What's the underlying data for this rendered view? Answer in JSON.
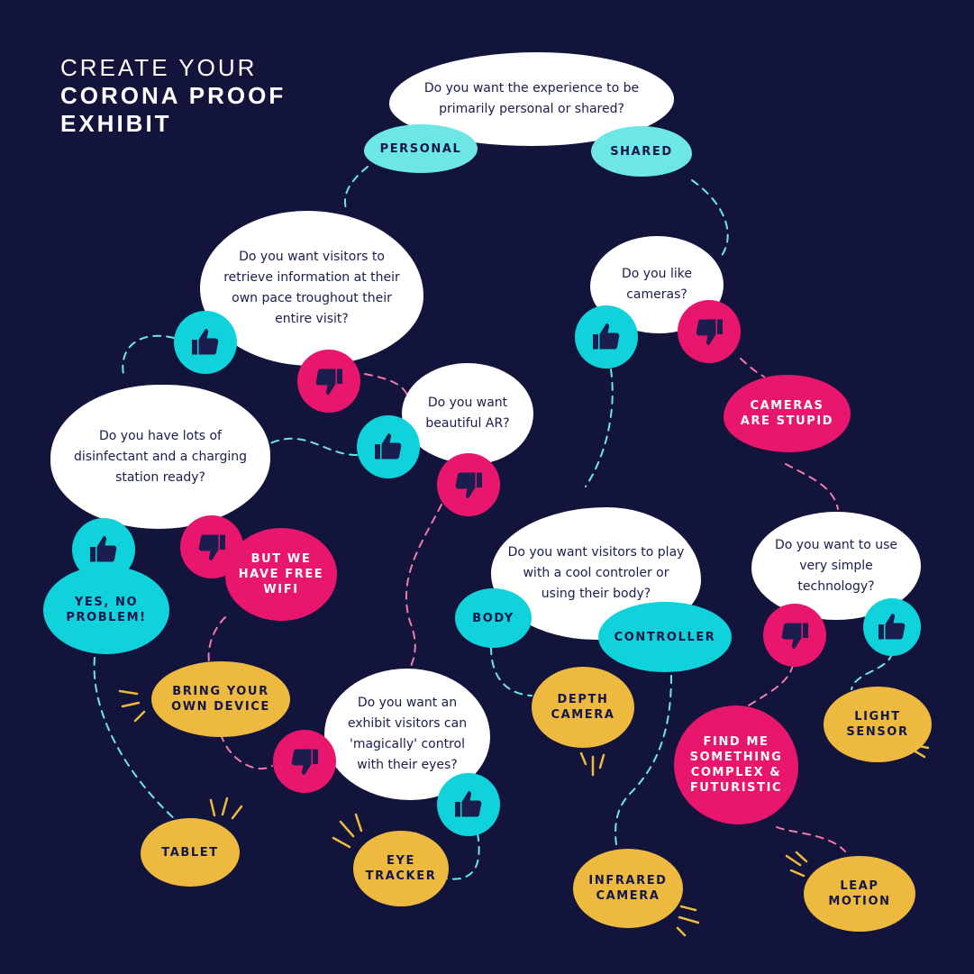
{
  "title": {
    "line1": "CREATE YOUR",
    "line2": "CORONA PROOF",
    "line3": "EXHIBIT"
  },
  "colors": {
    "background": "#12143c",
    "cyan": "#10d2db",
    "light_cyan": "#6de6e6",
    "pink": "#e8166d",
    "yellow": "#edb93f",
    "white": "#ffffff",
    "navy_text": "#1a1d4e"
  },
  "icons": {
    "yes": "thumbs-up-icon",
    "no": "thumbs-down-icon"
  },
  "questions": {
    "q1": "Do you want the experience to be primarily personal or shared?",
    "q2": "Do you want visitors to retrieve information at their own pace troughout their entire visit?",
    "q3": "Do you like cameras?",
    "q4": "Do you want beautiful AR?",
    "q5": "Do you have lots of disinfectant and a charging station ready?",
    "q6": "Do you want visitors to play with a cool controler or using their body?",
    "q7": "Do you want to use very simple technology?",
    "q8": "Do you want an exhibit visitors can 'magically' control with their eyes?"
  },
  "answers": {
    "personal": "PERSONAL",
    "shared": "SHARED",
    "cameras_are_stupid": "CAMERAS\nARE STUPID",
    "yes_no_problem": "YES, NO\nPROBLEM!",
    "but_we_have_free_wifi": "BUT WE\nHAVE FREE\nWIFI",
    "body": "BODY",
    "controller": "CONTROLLER",
    "find_me_complex": "FIND ME\nSOMETHING\nCOMPLEX &\nFUTURISTIC"
  },
  "results": {
    "bring_your_own_device": "BRING YOUR\nOWN DEVICE",
    "tablet": "TABLET",
    "eye_tracker": "EYE\nTRACKER",
    "depth_camera": "DEPTH\nCAMERA",
    "infrared_camera": "INFRARED\nCAMERA",
    "light_sensor": "LIGHT\nSENSOR",
    "leap_motion": "LEAP\nMOTION"
  }
}
